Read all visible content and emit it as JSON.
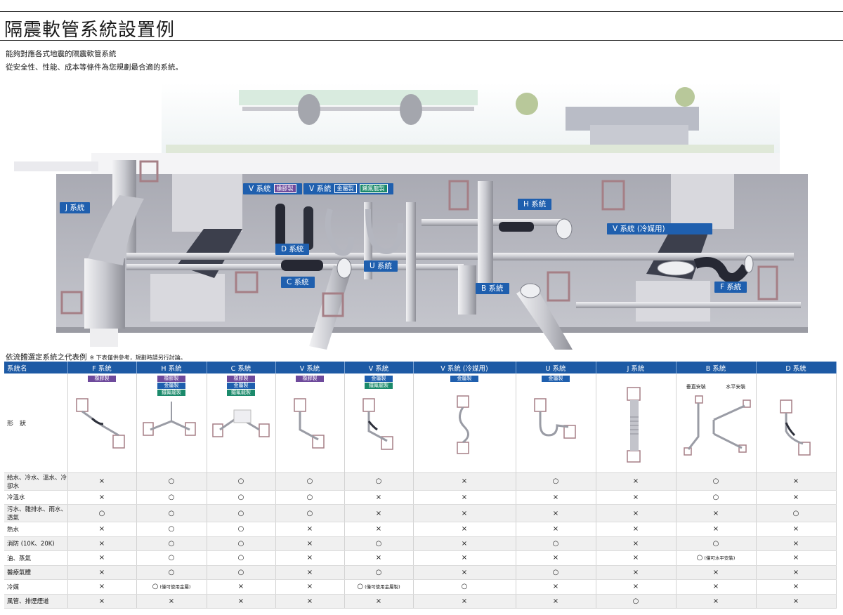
{
  "title": "隔震軟管系統設置例",
  "intro": [
    "能夠對應各式地震的隔震軟管系統",
    "從安全性、性能、成本等條件為您規劃最合適的系統。"
  ],
  "materials": {
    "rubber": "橡膠製",
    "metal": "金屬製",
    "steel": "鐵氟龍製"
  },
  "colors": {
    "header": "#1d5aa5",
    "tag": "#1f5fae",
    "rubber": "#6e4a9c",
    "metal": "#1f5fae",
    "steel": "#1b8a6b"
  },
  "illustration_tags": {
    "j": "J 系統",
    "v1": "V 系統",
    "v2": "V 系統",
    "d": "D 系統",
    "c": "C 系統",
    "u": "U 系統",
    "h": "H 系統",
    "b": "B 系統",
    "vr": "V 系統 (冷媒用)",
    "f": "F 系統"
  },
  "selection": {
    "title": "依流體選定系統之代表例",
    "note": "※ 下表僅供參考，規劃時請另行討論。",
    "corner": "系統名",
    "shape_label": "形　狀",
    "columns": [
      "F 系統",
      "H 系統",
      "C 系統",
      "V 系統",
      "V 系統",
      "V 系統 (冷媒用)",
      "U 系統",
      "J 系統",
      "B 系統",
      "D 系統"
    ],
    "b_labels": [
      "垂直安裝",
      "水平安裝"
    ],
    "rows": [
      {
        "label": "給水、冷水、溫水、冷卻水",
        "cells": [
          "×",
          "○",
          "○",
          "○",
          "○",
          "×",
          "○",
          "×",
          "○",
          "×"
        ]
      },
      {
        "label": "冷溫水",
        "cells": [
          "×",
          "○",
          "○",
          "○",
          "×",
          "×",
          "×",
          "×",
          "○",
          "×"
        ]
      },
      {
        "label": "污水、雜排水、雨水、透氣",
        "cells": [
          "○",
          "○",
          "○",
          "○",
          "×",
          "×",
          "×",
          "×",
          "×",
          "○"
        ]
      },
      {
        "label": "熱水",
        "cells": [
          "×",
          "○",
          "○",
          "×",
          "×",
          "×",
          "×",
          "×",
          "×",
          "×"
        ]
      },
      {
        "label": "消防 (10K、20K)",
        "cells": [
          "×",
          "○",
          "○",
          "×",
          "○",
          "×",
          "○",
          "×",
          "○",
          "×"
        ]
      },
      {
        "label": "油、蒸氣",
        "cells": [
          "×",
          "○",
          "○",
          "×",
          "×",
          "×",
          "×",
          "×",
          "○",
          "×"
        ]
      },
      {
        "label": "醫療氣體",
        "cells": [
          "×",
          "○",
          "○",
          "×",
          "○",
          "×",
          "○",
          "×",
          "×",
          "×"
        ]
      },
      {
        "label": "冷媒",
        "cells": [
          "×",
          "○",
          "×",
          "×",
          "○",
          "○",
          "×",
          "×",
          "×",
          "×"
        ]
      },
      {
        "label": "風管、排煙煙道",
        "cells": [
          "×",
          "×",
          "×",
          "×",
          "×",
          "×",
          "×",
          "○",
          "×",
          "×"
        ]
      }
    ],
    "notes": {
      "h_refrig": "(僅可使用金屬)",
      "v2_refrig": "(僅可使用金屬製)",
      "b_oil": "(僅可水平安裝)"
    }
  }
}
